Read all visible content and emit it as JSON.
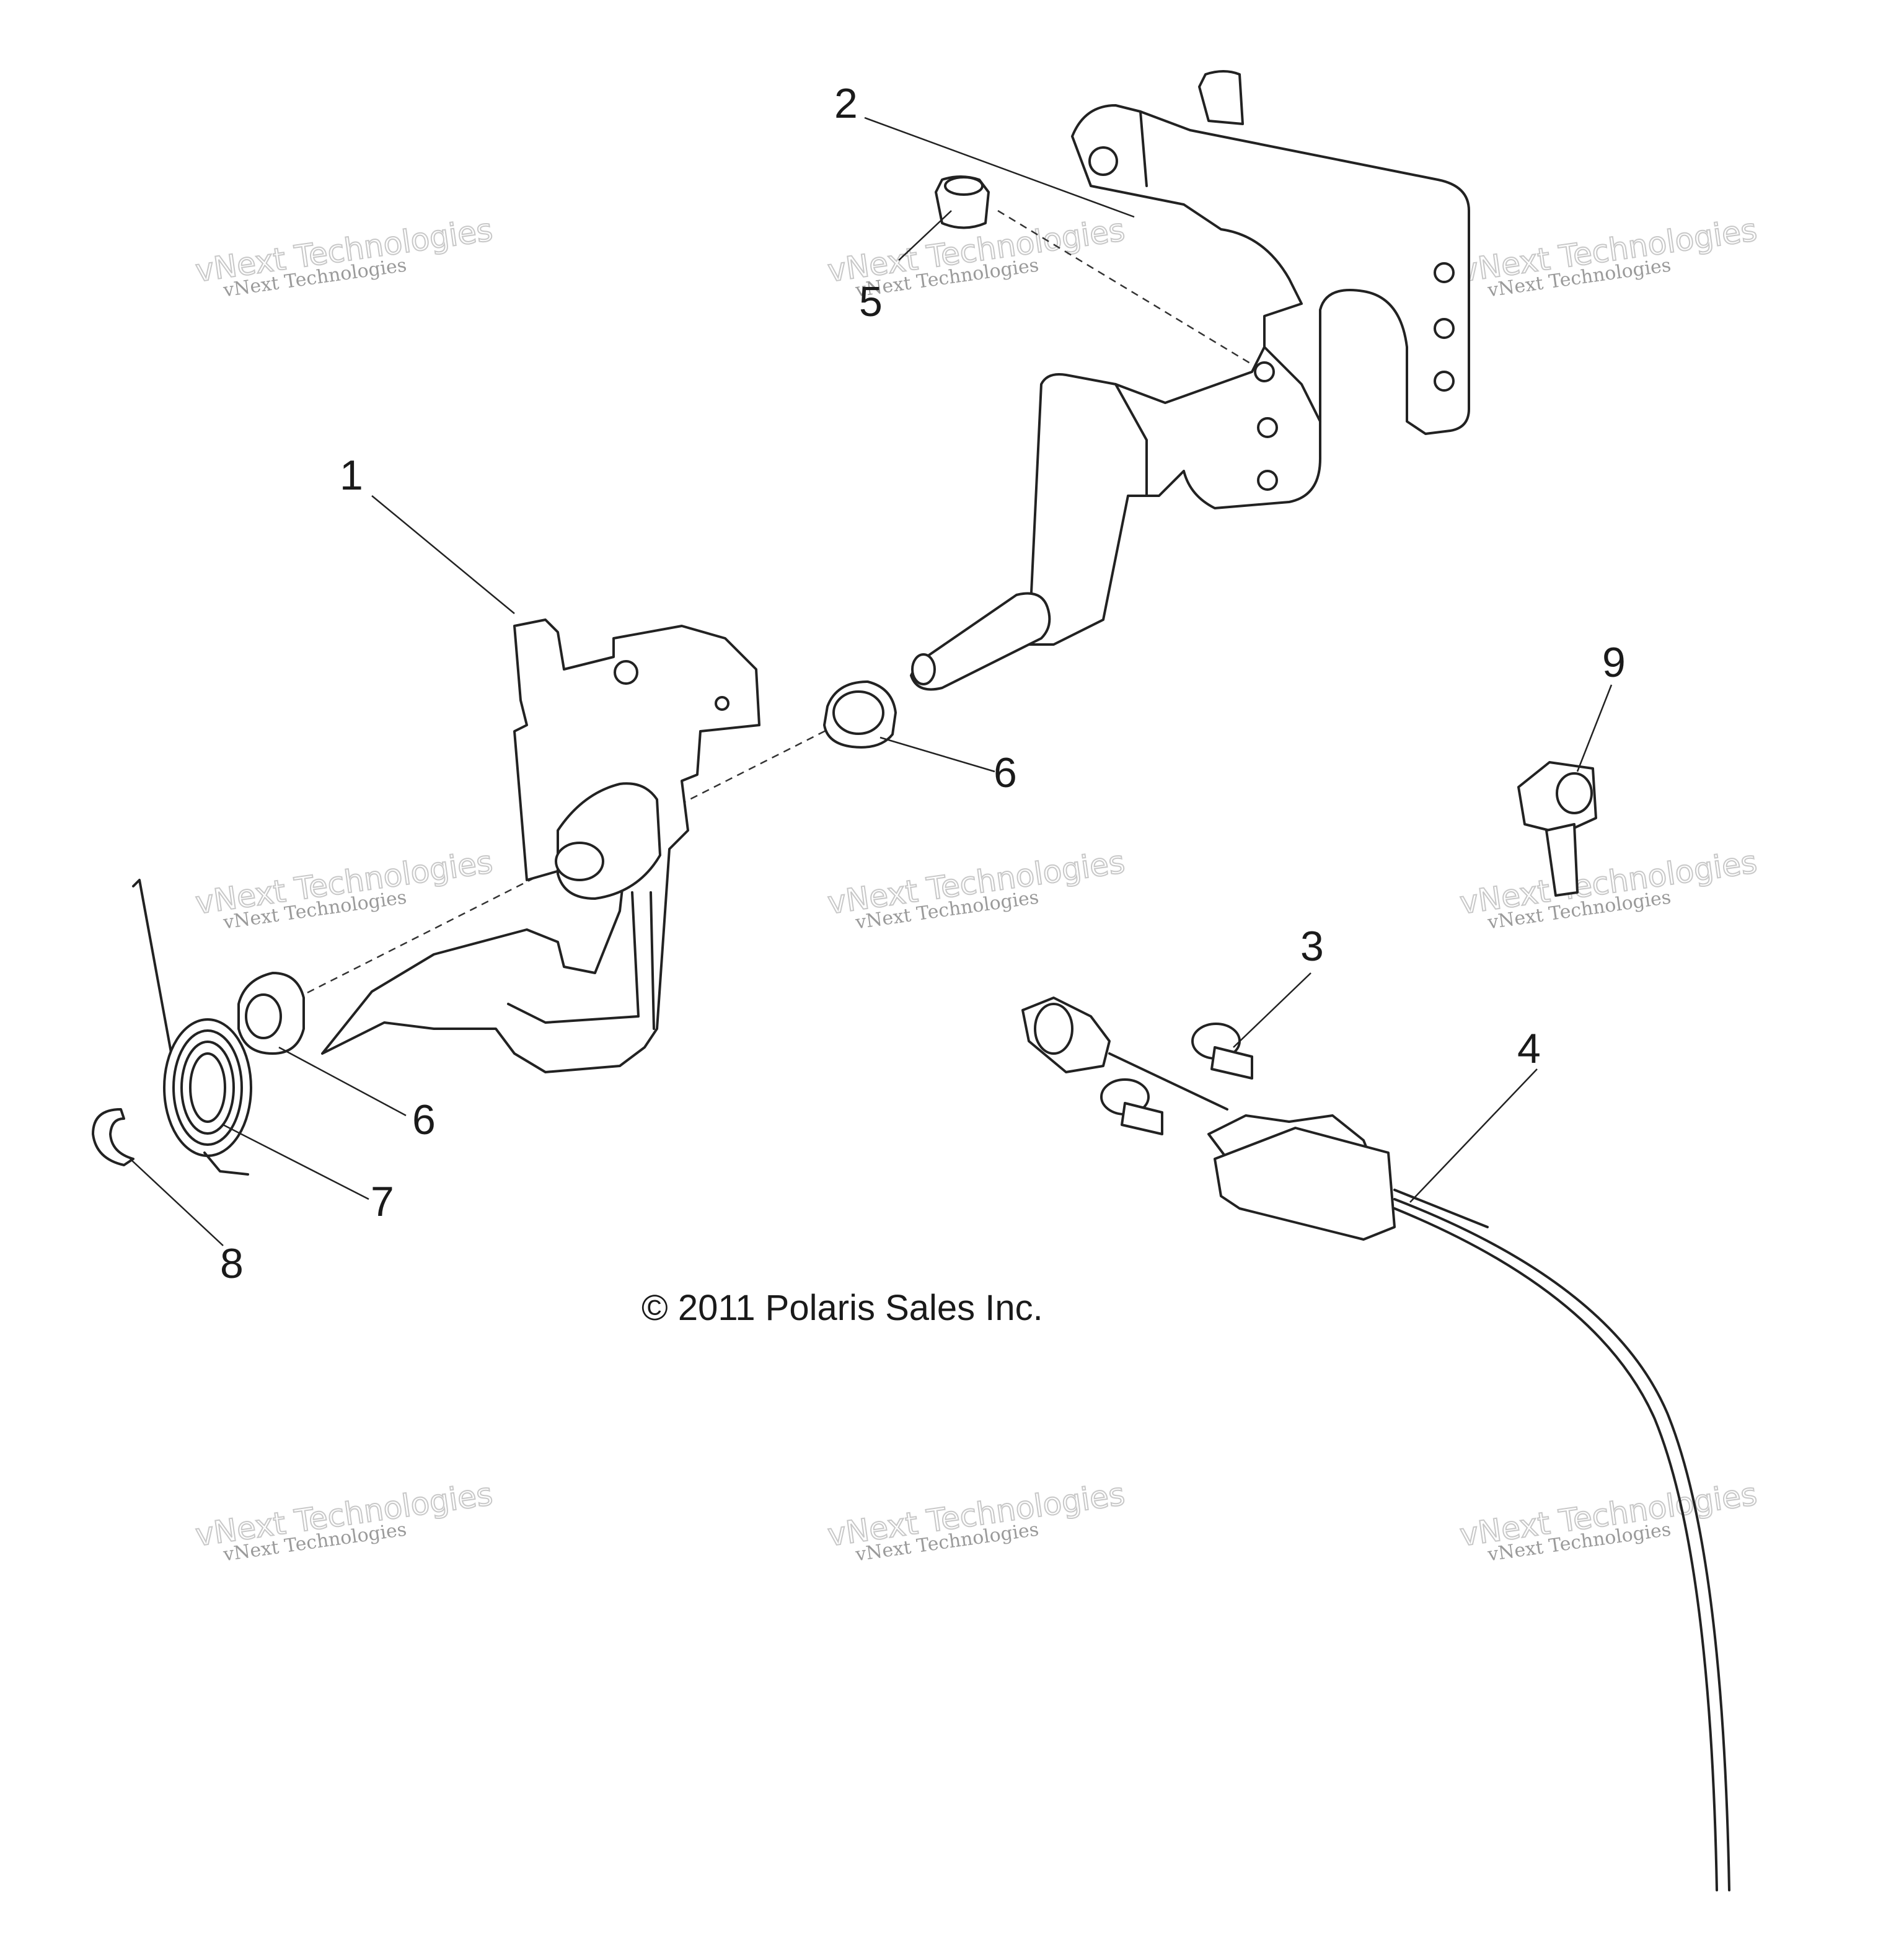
{
  "copyright": "© 2011 Polaris Sales Inc.",
  "watermark": {
    "line1": "vNext Technologies",
    "line2": "vNext Technologies"
  },
  "callouts": [
    "1",
    "2",
    "3",
    "4",
    "5",
    "6",
    "6",
    "7",
    "8",
    "9"
  ]
}
